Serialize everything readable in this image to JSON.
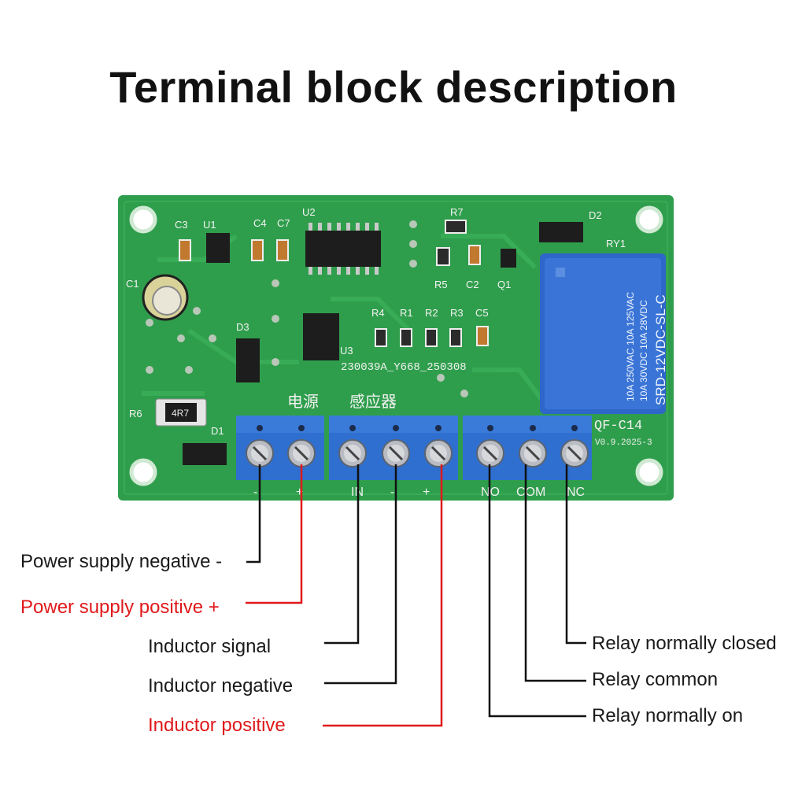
{
  "title": "Terminal block description",
  "board": {
    "silkscreen_cn_power": "电源",
    "silkscreen_cn_sensor": "感应器",
    "model": "QF-C14",
    "version": "V0.9.2025-3",
    "pcb_code": "230039A_Y668_250308",
    "terminal_marks": [
      "-",
      "+",
      "IN",
      "-",
      "+",
      "NO",
      "COM",
      "NC"
    ],
    "component_labels": [
      "C3",
      "U1",
      "C4",
      "C7",
      "U2",
      "R7",
      "D2",
      "RY1",
      "C1",
      "R5",
      "C2",
      "Q1",
      "R4",
      "R1",
      "R2",
      "R3",
      "C5",
      "D3",
      "U3",
      "R6",
      "D1"
    ],
    "resistor_marking": "4R7",
    "relay": {
      "line1": "10A 250VAC  10A 125VAC",
      "line2": "10A 30VDC   10A 28VDC",
      "model": "SRD-12VDC-SL-C"
    },
    "colors": {
      "pcb": "#2f9e4c",
      "terminal": "#2f6fcf",
      "relay": "#2e66c9",
      "wire_black": "#111111",
      "wire_red": "#e0191b"
    }
  },
  "callouts": [
    {
      "text": "Power supply negative -",
      "color": "black"
    },
    {
      "text": "Power supply positive +",
      "color": "red"
    },
    {
      "text": "Inductor signal",
      "color": "black"
    },
    {
      "text": "Inductor negative",
      "color": "black"
    },
    {
      "text": "Inductor positive",
      "color": "red"
    },
    {
      "text": "Relay normally closed",
      "color": "black"
    },
    {
      "text": "Relay common",
      "color": "black"
    },
    {
      "text": "Relay normally on",
      "color": "black"
    }
  ]
}
